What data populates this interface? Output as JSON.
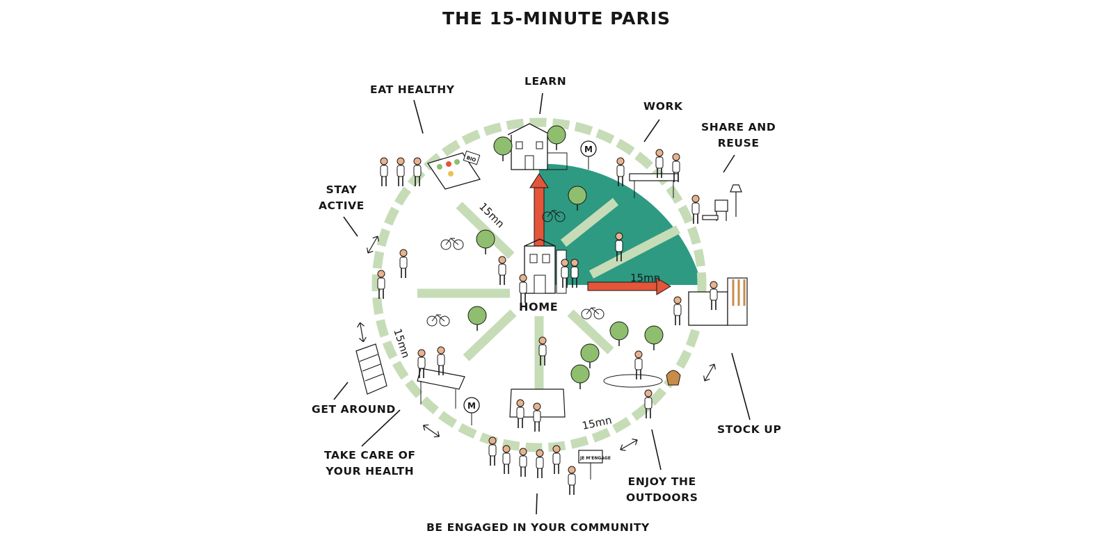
{
  "title": "THE 15-MINUTE PARIS",
  "center_label": "HOME",
  "labels": {
    "learn": "LEARN",
    "eat_healthy": "EAT HEALTHY",
    "work": "WORK",
    "share_and_reuse": "SHARE AND\nREUSE",
    "stay_active": "STAY\nACTIVE",
    "get_around": "GET AROUND",
    "take_care_of_your_health": "TAKE CARE OF\nYOUR HEALTH",
    "stock_up": "STOCK UP",
    "enjoy_the_outdoors": "ENJOY THE\nOUTDOORS",
    "be_engaged_in_your_community": "BE ENGAGED IN YOUR COMMUNITY"
  },
  "distance_markers": [
    "15mn",
    "15mn",
    "15mn",
    "15mn"
  ],
  "metro_sign": "M",
  "market_sign": "BIO",
  "notice_board": "JE M'ENGAGE",
  "colors": {
    "ink": "#161616",
    "path_green": "#c6dcb7",
    "sector_teal": "#2e9a82",
    "arrow_red": "#e4553a",
    "tree_green": "#8fbf6e",
    "skin": "#e9b28f"
  }
}
